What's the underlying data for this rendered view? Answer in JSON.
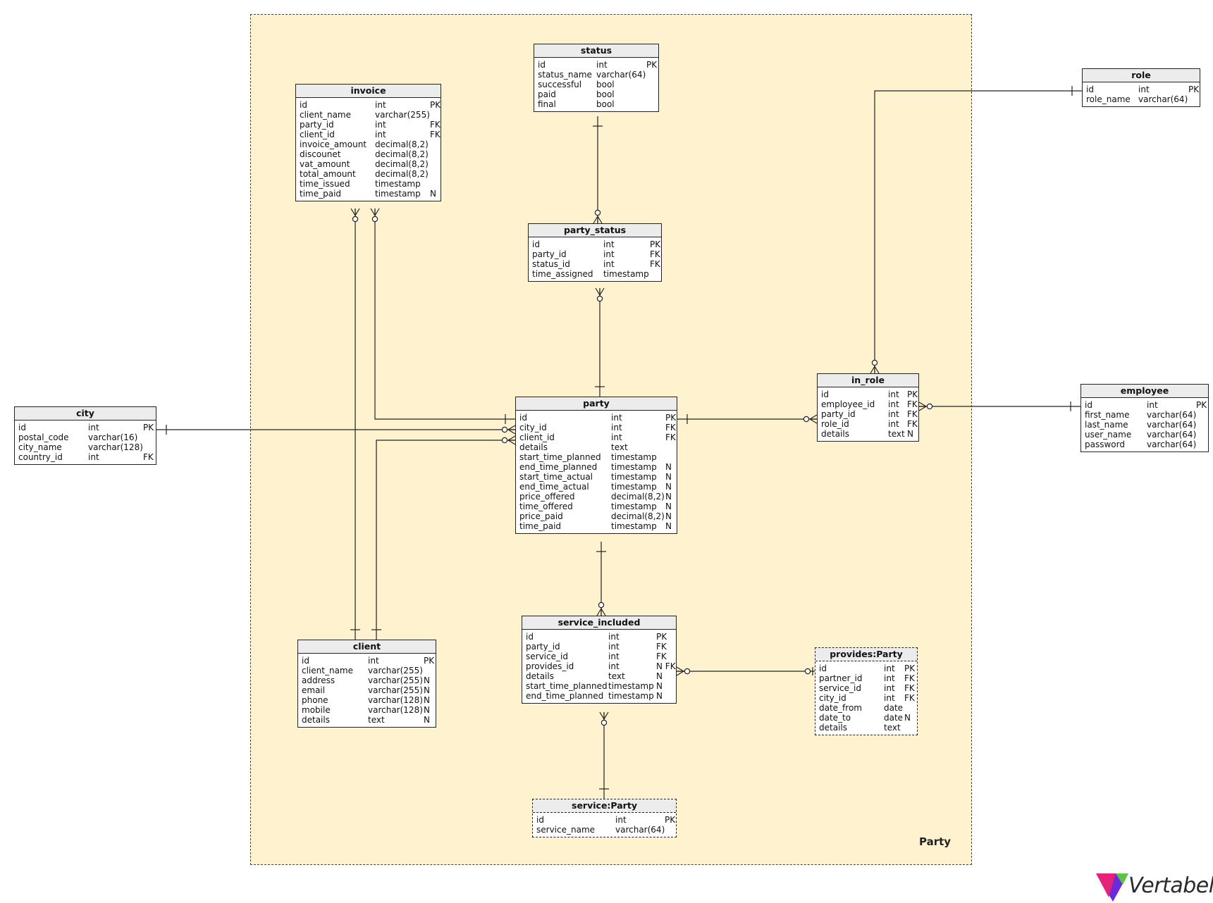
{
  "area": {
    "label": "Party"
  },
  "brand": {
    "name": "Vertabelo"
  },
  "colors": {
    "area_fill": "#fff2cf",
    "header_fill": "#ececec",
    "line": "#222222",
    "logo_pink": "#e5227a",
    "logo_purple": "#6c2bd9",
    "logo_green": "#5cc24a"
  },
  "tables": [
    {
      "id": "status",
      "name": "status",
      "reference": false,
      "columns": [
        {
          "name": "id",
          "type": "int",
          "flag": "PK"
        },
        {
          "name": "status_name",
          "type": "varchar(64)",
          "flag": ""
        },
        {
          "name": "successful",
          "type": "bool",
          "flag": ""
        },
        {
          "name": "paid",
          "type": "bool",
          "flag": ""
        },
        {
          "name": "final",
          "type": "bool",
          "flag": ""
        }
      ]
    },
    {
      "id": "invoice",
      "name": "invoice",
      "reference": false,
      "columns": [
        {
          "name": "id",
          "type": "int",
          "flag": "PK"
        },
        {
          "name": "client_name",
          "type": "varchar(255)",
          "flag": ""
        },
        {
          "name": "party_id",
          "type": "int",
          "flag": "FK"
        },
        {
          "name": "client_id",
          "type": "int",
          "flag": "FK"
        },
        {
          "name": "invoice_amount",
          "type": "decimal(8,2)",
          "flag": ""
        },
        {
          "name": "discounet",
          "type": "decimal(8,2)",
          "flag": ""
        },
        {
          "name": "vat_amount",
          "type": "decimal(8,2)",
          "flag": ""
        },
        {
          "name": "total_amount",
          "type": "decimal(8,2)",
          "flag": ""
        },
        {
          "name": "time_issued",
          "type": "timestamp",
          "flag": ""
        },
        {
          "name": "time_paid",
          "type": "timestamp",
          "flag": "N"
        }
      ]
    },
    {
      "id": "party_status",
      "name": "party_status",
      "reference": false,
      "columns": [
        {
          "name": "id",
          "type": "int",
          "flag": "PK"
        },
        {
          "name": "party_id",
          "type": "int",
          "flag": "FK"
        },
        {
          "name": "status_id",
          "type": "int",
          "flag": "FK"
        },
        {
          "name": "time_assigned",
          "type": "timestamp",
          "flag": ""
        }
      ]
    },
    {
      "id": "role",
      "name": "role",
      "reference": false,
      "columns": [
        {
          "name": "id",
          "type": "int",
          "flag": "PK"
        },
        {
          "name": "role_name",
          "type": "varchar(64)",
          "flag": ""
        }
      ]
    },
    {
      "id": "in_role",
      "name": "in_role",
      "reference": false,
      "columns": [
        {
          "name": "id",
          "type": "int",
          "flag": "PK"
        },
        {
          "name": "employee_id",
          "type": "int",
          "flag": "FK"
        },
        {
          "name": "party_id",
          "type": "int",
          "flag": "FK"
        },
        {
          "name": "role_id",
          "type": "int",
          "flag": "FK"
        },
        {
          "name": "details",
          "type": "text",
          "flag": "N"
        }
      ]
    },
    {
      "id": "employee",
      "name": "employee",
      "reference": false,
      "columns": [
        {
          "name": "id",
          "type": "int",
          "flag": "PK"
        },
        {
          "name": "first_name",
          "type": "varchar(64)",
          "flag": ""
        },
        {
          "name": "last_name",
          "type": "varchar(64)",
          "flag": ""
        },
        {
          "name": "user_name",
          "type": "varchar(64)",
          "flag": ""
        },
        {
          "name": "password",
          "type": "varchar(64)",
          "flag": ""
        }
      ]
    },
    {
      "id": "city",
      "name": "city",
      "reference": false,
      "columns": [
        {
          "name": "id",
          "type": "int",
          "flag": "PK"
        },
        {
          "name": "postal_code",
          "type": "varchar(16)",
          "flag": ""
        },
        {
          "name": "city_name",
          "type": "varchar(128)",
          "flag": ""
        },
        {
          "name": "country_id",
          "type": "int",
          "flag": "FK"
        }
      ]
    },
    {
      "id": "party",
      "name": "party",
      "reference": false,
      "columns": [
        {
          "name": "id",
          "type": "int",
          "flag": "PK"
        },
        {
          "name": "city_id",
          "type": "int",
          "flag": "FK"
        },
        {
          "name": "client_id",
          "type": "int",
          "flag": "FK"
        },
        {
          "name": "details",
          "type": "text",
          "flag": ""
        },
        {
          "name": "start_time_planned",
          "type": "timestamp",
          "flag": ""
        },
        {
          "name": "end_time_planned",
          "type": "timestamp",
          "flag": "N"
        },
        {
          "name": "start_time_actual",
          "type": "timestamp",
          "flag": "N"
        },
        {
          "name": "end_time_actual",
          "type": "timestamp",
          "flag": "N"
        },
        {
          "name": "price_offered",
          "type": "decimal(8,2)",
          "flag": "N"
        },
        {
          "name": "time_offered",
          "type": "timestamp",
          "flag": "N"
        },
        {
          "name": "price_paid",
          "type": "decimal(8,2)",
          "flag": "N"
        },
        {
          "name": "time_paid",
          "type": "timestamp",
          "flag": "N"
        }
      ]
    },
    {
      "id": "service_included",
      "name": "service_included",
      "reference": false,
      "columns": [
        {
          "name": "id",
          "type": "int",
          "flag": "PK"
        },
        {
          "name": "party_id",
          "type": "int",
          "flag": "FK"
        },
        {
          "name": "service_id",
          "type": "int",
          "flag": "FK"
        },
        {
          "name": "provides_id",
          "type": "int",
          "flag": "N FK"
        },
        {
          "name": "details",
          "type": "text",
          "flag": "N"
        },
        {
          "name": "start_time_planned",
          "type": "timestamp",
          "flag": "N"
        },
        {
          "name": "end_time_planned",
          "type": "timestamp",
          "flag": "N"
        }
      ]
    },
    {
      "id": "client",
      "name": "client",
      "reference": false,
      "columns": [
        {
          "name": "id",
          "type": "int",
          "flag": "PK"
        },
        {
          "name": "client_name",
          "type": "varchar(255)",
          "flag": ""
        },
        {
          "name": "address",
          "type": "varchar(255)",
          "flag": "N"
        },
        {
          "name": "email",
          "type": "varchar(255)",
          "flag": "N"
        },
        {
          "name": "phone",
          "type": "varchar(128)",
          "flag": "N"
        },
        {
          "name": "mobile",
          "type": "varchar(128)",
          "flag": "N"
        },
        {
          "name": "details",
          "type": "text",
          "flag": "N"
        }
      ]
    },
    {
      "id": "provides",
      "name": "provides:Party",
      "reference": true,
      "columns": [
        {
          "name": "id",
          "type": "int",
          "flag": "PK"
        },
        {
          "name": "partner_id",
          "type": "int",
          "flag": "FK"
        },
        {
          "name": "service_id",
          "type": "int",
          "flag": "FK"
        },
        {
          "name": "city_id",
          "type": "int",
          "flag": "FK"
        },
        {
          "name": "date_from",
          "type": "date",
          "flag": ""
        },
        {
          "name": "date_to",
          "type": "date",
          "flag": "N"
        },
        {
          "name": "details",
          "type": "text",
          "flag": ""
        }
      ]
    },
    {
      "id": "service",
      "name": "service:Party",
      "reference": true,
      "columns": [
        {
          "name": "id",
          "type": "int",
          "flag": "PK"
        },
        {
          "name": "service_name",
          "type": "varchar(64)",
          "flag": ""
        }
      ]
    }
  ]
}
